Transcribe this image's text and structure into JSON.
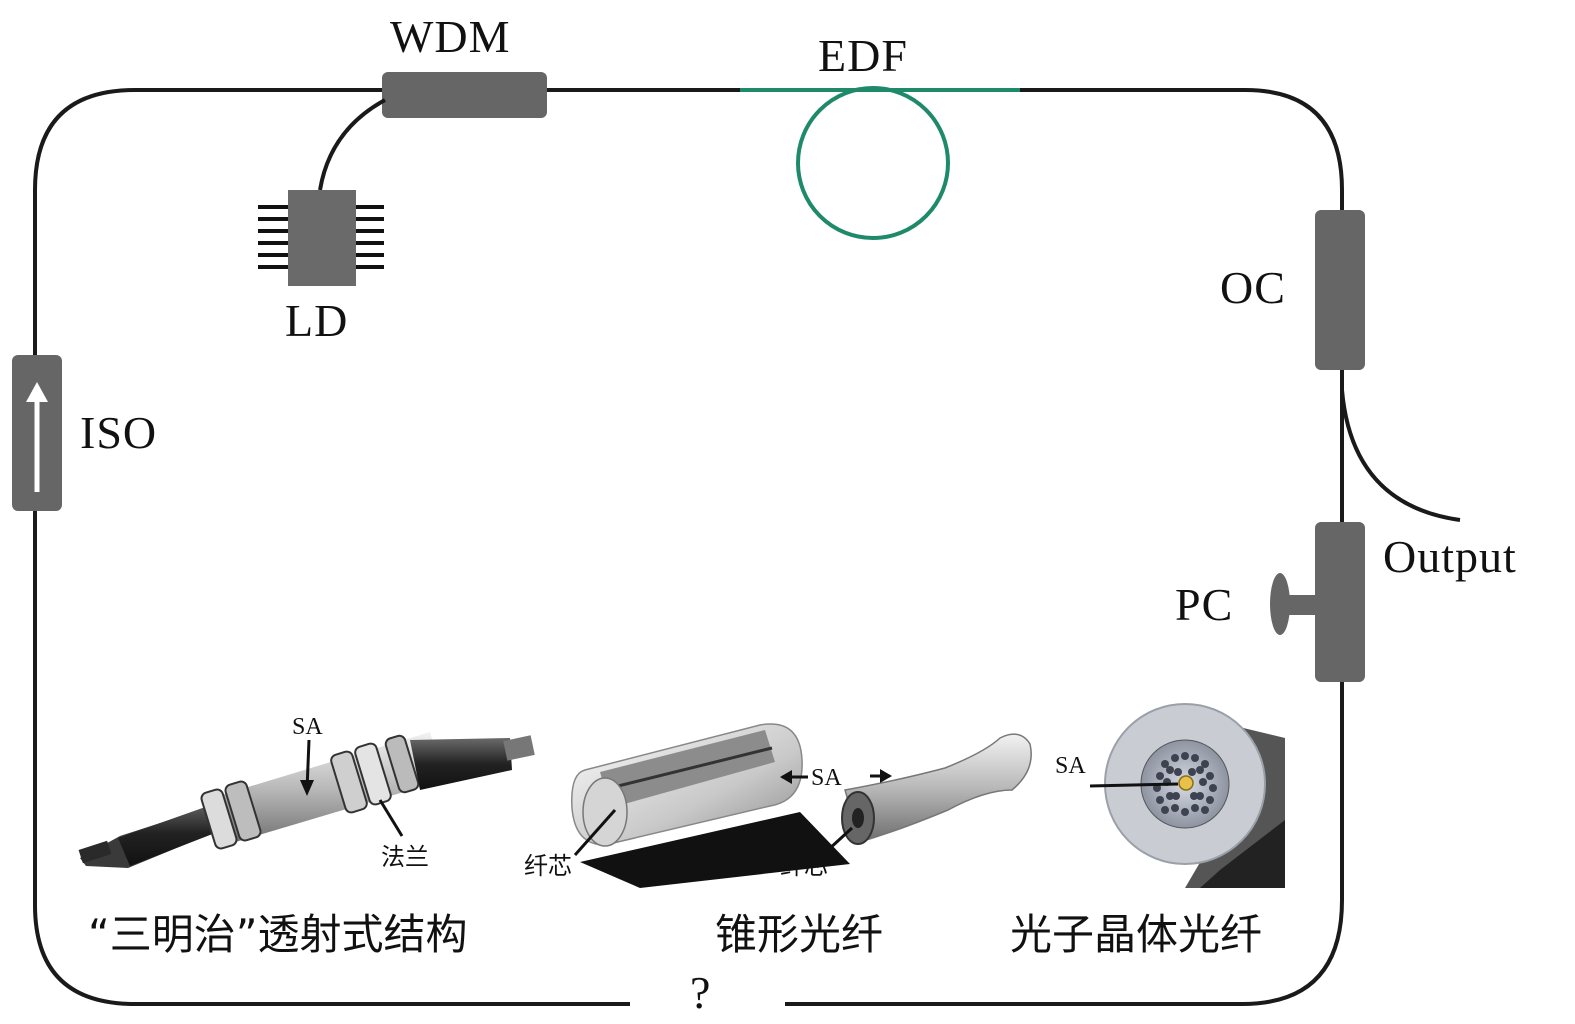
{
  "labels": {
    "wdm": "WDM",
    "edf": "EDF",
    "ld": "LD",
    "oc": "OC",
    "iso": "ISO",
    "output": "Output",
    "pc": "PC",
    "question": "?"
  },
  "inset_labels": {
    "sa_sandwich": "SA",
    "flange": "法兰",
    "core_d": "纤芯",
    "sa_taper": "SA",
    "core_taper": "纤芯",
    "sa_pcf": "SA"
  },
  "captions": {
    "sandwich": "“三明治”透射式结构",
    "tapered": "锥形光纤",
    "pcf": "光子晶体光纤"
  },
  "colors": {
    "fiber": "#1a1a1a",
    "edf": "#1f8a6a",
    "component": "#666666",
    "background": "#ffffff"
  }
}
